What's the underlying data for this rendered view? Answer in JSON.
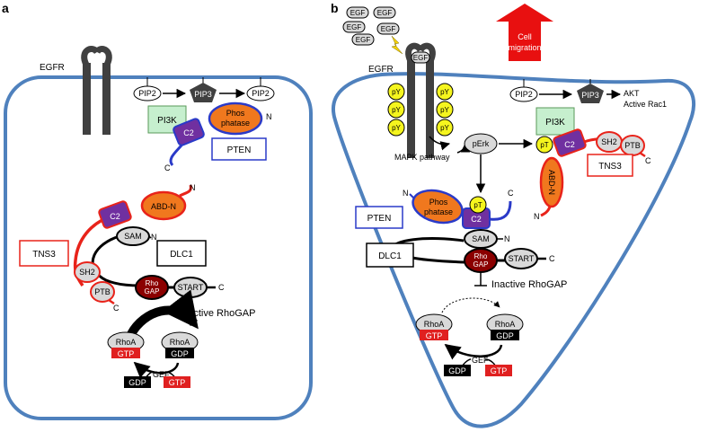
{
  "panels": {
    "a": {
      "letter": "a",
      "egfr": "EGFR",
      "pip2_left": "PIP2",
      "pip3": "PIP3",
      "pip2_right": "PIP2",
      "pi3k": "PI3K",
      "phos_line1": "Phos",
      "phos_line2": "phatase",
      "n_phos": "N",
      "c2_pten": "C2",
      "c_pten": "C",
      "pten": "PTEN",
      "c2_tns3": "C2",
      "abd": "ABD-N",
      "n_abd": "N",
      "tns3": "TNS3",
      "sam": "SAM",
      "n_sam": "N",
      "dlc1": "DLC1",
      "sh2": "SH2",
      "ptb": "PTB",
      "c_ptb": "C",
      "rhogap_line1": "Rho",
      "rhogap_line2": "GAP",
      "start": "START",
      "c_start": "C",
      "active_rhogap": "Active RhoGAP",
      "rhoa_left": "RhoA",
      "gtp_left": "GTP",
      "rhoa_right": "RhoA",
      "gdp_right": "GDP",
      "gef": "GEF",
      "gdp_bottom": "GDP",
      "gtp_bottom": "GTP"
    },
    "b": {
      "letter": "b",
      "egf_ligands": [
        "EGF",
        "EGF",
        "EGF",
        "EGF",
        "EGF"
      ],
      "egf_bound": "EGF",
      "egfr": "EGFR",
      "cell_migration_line1": "Cell",
      "cell_migration_line2": "migration",
      "py": [
        "pY",
        "pY",
        "pY",
        "pY",
        "pY",
        "pY"
      ],
      "mapk": "MAPK pathway",
      "perk": "pErk",
      "pip2": "PIP2",
      "pip3": "PIP3",
      "akt": "AKT",
      "active_rac1": "Active Rac1",
      "pi3k": "PI3K",
      "pt_tns3": "pT",
      "c2_tns3": "C2",
      "sh2": "SH2",
      "ptb": "PTB",
      "c_ptb": "C",
      "tns3": "TNS3",
      "abd": "ABD-N",
      "n_abd": "N",
      "n_phos": "N",
      "phos_line1": "Phos",
      "phos_line2": "phatase",
      "pt_pten": "pT",
      "c2_pten": "C2",
      "c_pten": "C",
      "pten": "PTEN",
      "sam": "SAM",
      "n_sam": "N",
      "dlc1": "DLC1",
      "rhogap_line1": "Rho",
      "rhogap_line2": "GAP",
      "start": "START",
      "c_start": "C",
      "inactive_rhogap": "Inactive RhoGAP",
      "rhoa_left": "RhoA",
      "gtp_left": "GTP",
      "rhoa_right": "RhoA",
      "gdp_right": "GDP",
      "gef": "GEF",
      "gdp_bottom": "GDP",
      "gtp_bottom": "GTP"
    }
  },
  "colors": {
    "membrane": "#4f81bd",
    "receptor": "#404040",
    "pi3k_fill": "#c6efce",
    "pi3k_stroke": "#5a9a5a",
    "c2_fill": "#7030a0",
    "phosphatase_fill": "#f0781e",
    "pten_blue": "#2a3ac8",
    "tns3_red": "#e8231a",
    "abd_fill": "#f0781e",
    "grey_fill": "#d9d9d9",
    "rhogap_fill": "#8b0000",
    "gtp_red": "#e02020",
    "py_yellow": "#f5f51e",
    "arrow_red": "#e81010"
  }
}
